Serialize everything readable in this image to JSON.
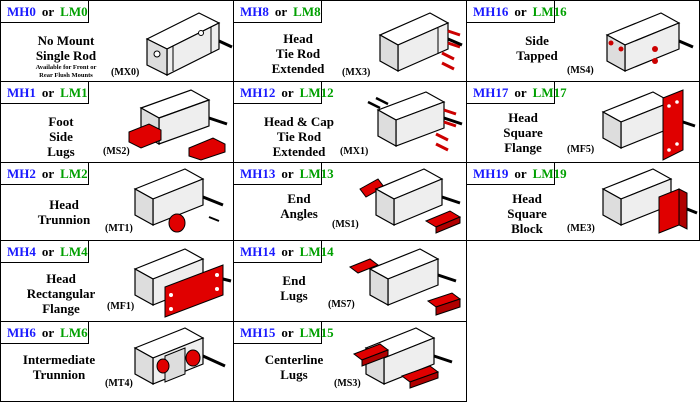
{
  "cells": [
    {
      "mh": "MH0",
      "or": "or",
      "lm": "LM0",
      "title": [
        "No Mount",
        "Single Rod"
      ],
      "note": [
        "Available for Front or",
        "Rear Flush Mounts"
      ],
      "code": "(MX0)"
    },
    {
      "mh": "MH8",
      "or": "or",
      "lm": "LM8",
      "title": [
        "Head",
        "Tie Rod",
        "Extended"
      ],
      "code": "(MX3)"
    },
    {
      "mh": "MH16",
      "or": "or",
      "lm": "LM16",
      "title": [
        "Side",
        "Tapped"
      ],
      "code": "(MS4)"
    },
    {
      "mh": "MH1",
      "or": "or",
      "lm": "LM1",
      "title": [
        "Foot",
        "Side",
        "Lugs"
      ],
      "code": "(MS2)"
    },
    {
      "mh": "MH12",
      "or": "or",
      "lm": "LM12",
      "title": [
        "Head & Cap",
        "Tie Rod",
        "Extended"
      ],
      "code": "(MX1)"
    },
    {
      "mh": "MH17",
      "or": "or",
      "lm": "LM17",
      "title": [
        "Head",
        "Square",
        "Flange"
      ],
      "code": "(MF5)"
    },
    {
      "mh": "MH2",
      "or": "or",
      "lm": "LM2",
      "title": [
        "Head",
        "Trunnion"
      ],
      "code": "(MT1)"
    },
    {
      "mh": "MH13",
      "or": "or",
      "lm": "LM13",
      "title": [
        "End",
        "Angles"
      ],
      "code": "(MS1)"
    },
    {
      "mh": "MH19",
      "or": "or",
      "lm": "LM19",
      "title": [
        "Head",
        "Square",
        "Block"
      ],
      "code": "(ME3)"
    },
    {
      "mh": "MH4",
      "or": "or",
      "lm": "LM4",
      "title": [
        "Head",
        "Rectangular",
        "Flange"
      ],
      "code": "(MF1)"
    },
    {
      "mh": "MH14",
      "or": "or",
      "lm": "LM14",
      "title": [
        "End",
        "Lugs"
      ],
      "code": "(MS7)"
    },
    {
      "mh": "MH6",
      "or": "or",
      "lm": "LM6",
      "title": [
        "Intermediate",
        "Trunnion"
      ],
      "code": "(MT4)"
    },
    {
      "mh": "MH15",
      "or": "or",
      "lm": "LM15",
      "title": [
        "Centerline",
        "Lugs"
      ],
      "code": "(MS3)"
    }
  ],
  "colors": {
    "mh": "#1a1aff",
    "lm": "#00a000",
    "mount": "#e00000"
  },
  "icons": [
    "cylinder-icon"
  ]
}
